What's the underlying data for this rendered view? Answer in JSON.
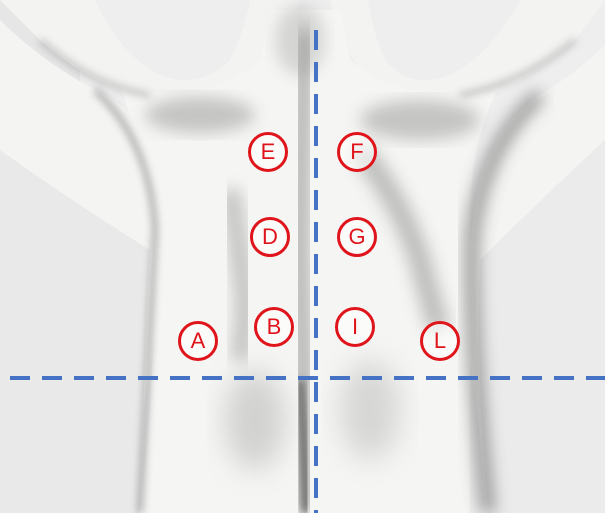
{
  "image": {
    "subject": "back",
    "colors": {
      "background": "#f1f1f1",
      "skin": "#f2f2f0",
      "shadow": "#8a8a8a",
      "marker": "#e0141b",
      "guide_line": "#4472c4"
    }
  },
  "markers": [
    {
      "id": "E",
      "label": "E"
    },
    {
      "id": "F",
      "label": "F"
    },
    {
      "id": "D",
      "label": "D"
    },
    {
      "id": "G",
      "label": "G"
    },
    {
      "id": "A",
      "label": "A"
    },
    {
      "id": "B",
      "label": "B"
    },
    {
      "id": "I",
      "label": "I"
    },
    {
      "id": "L",
      "label": "L"
    }
  ],
  "guides": {
    "vertical": {
      "style": "dashed",
      "color": "#4472c4"
    },
    "horizontal": {
      "style": "dashed",
      "color": "#4472c4"
    }
  }
}
